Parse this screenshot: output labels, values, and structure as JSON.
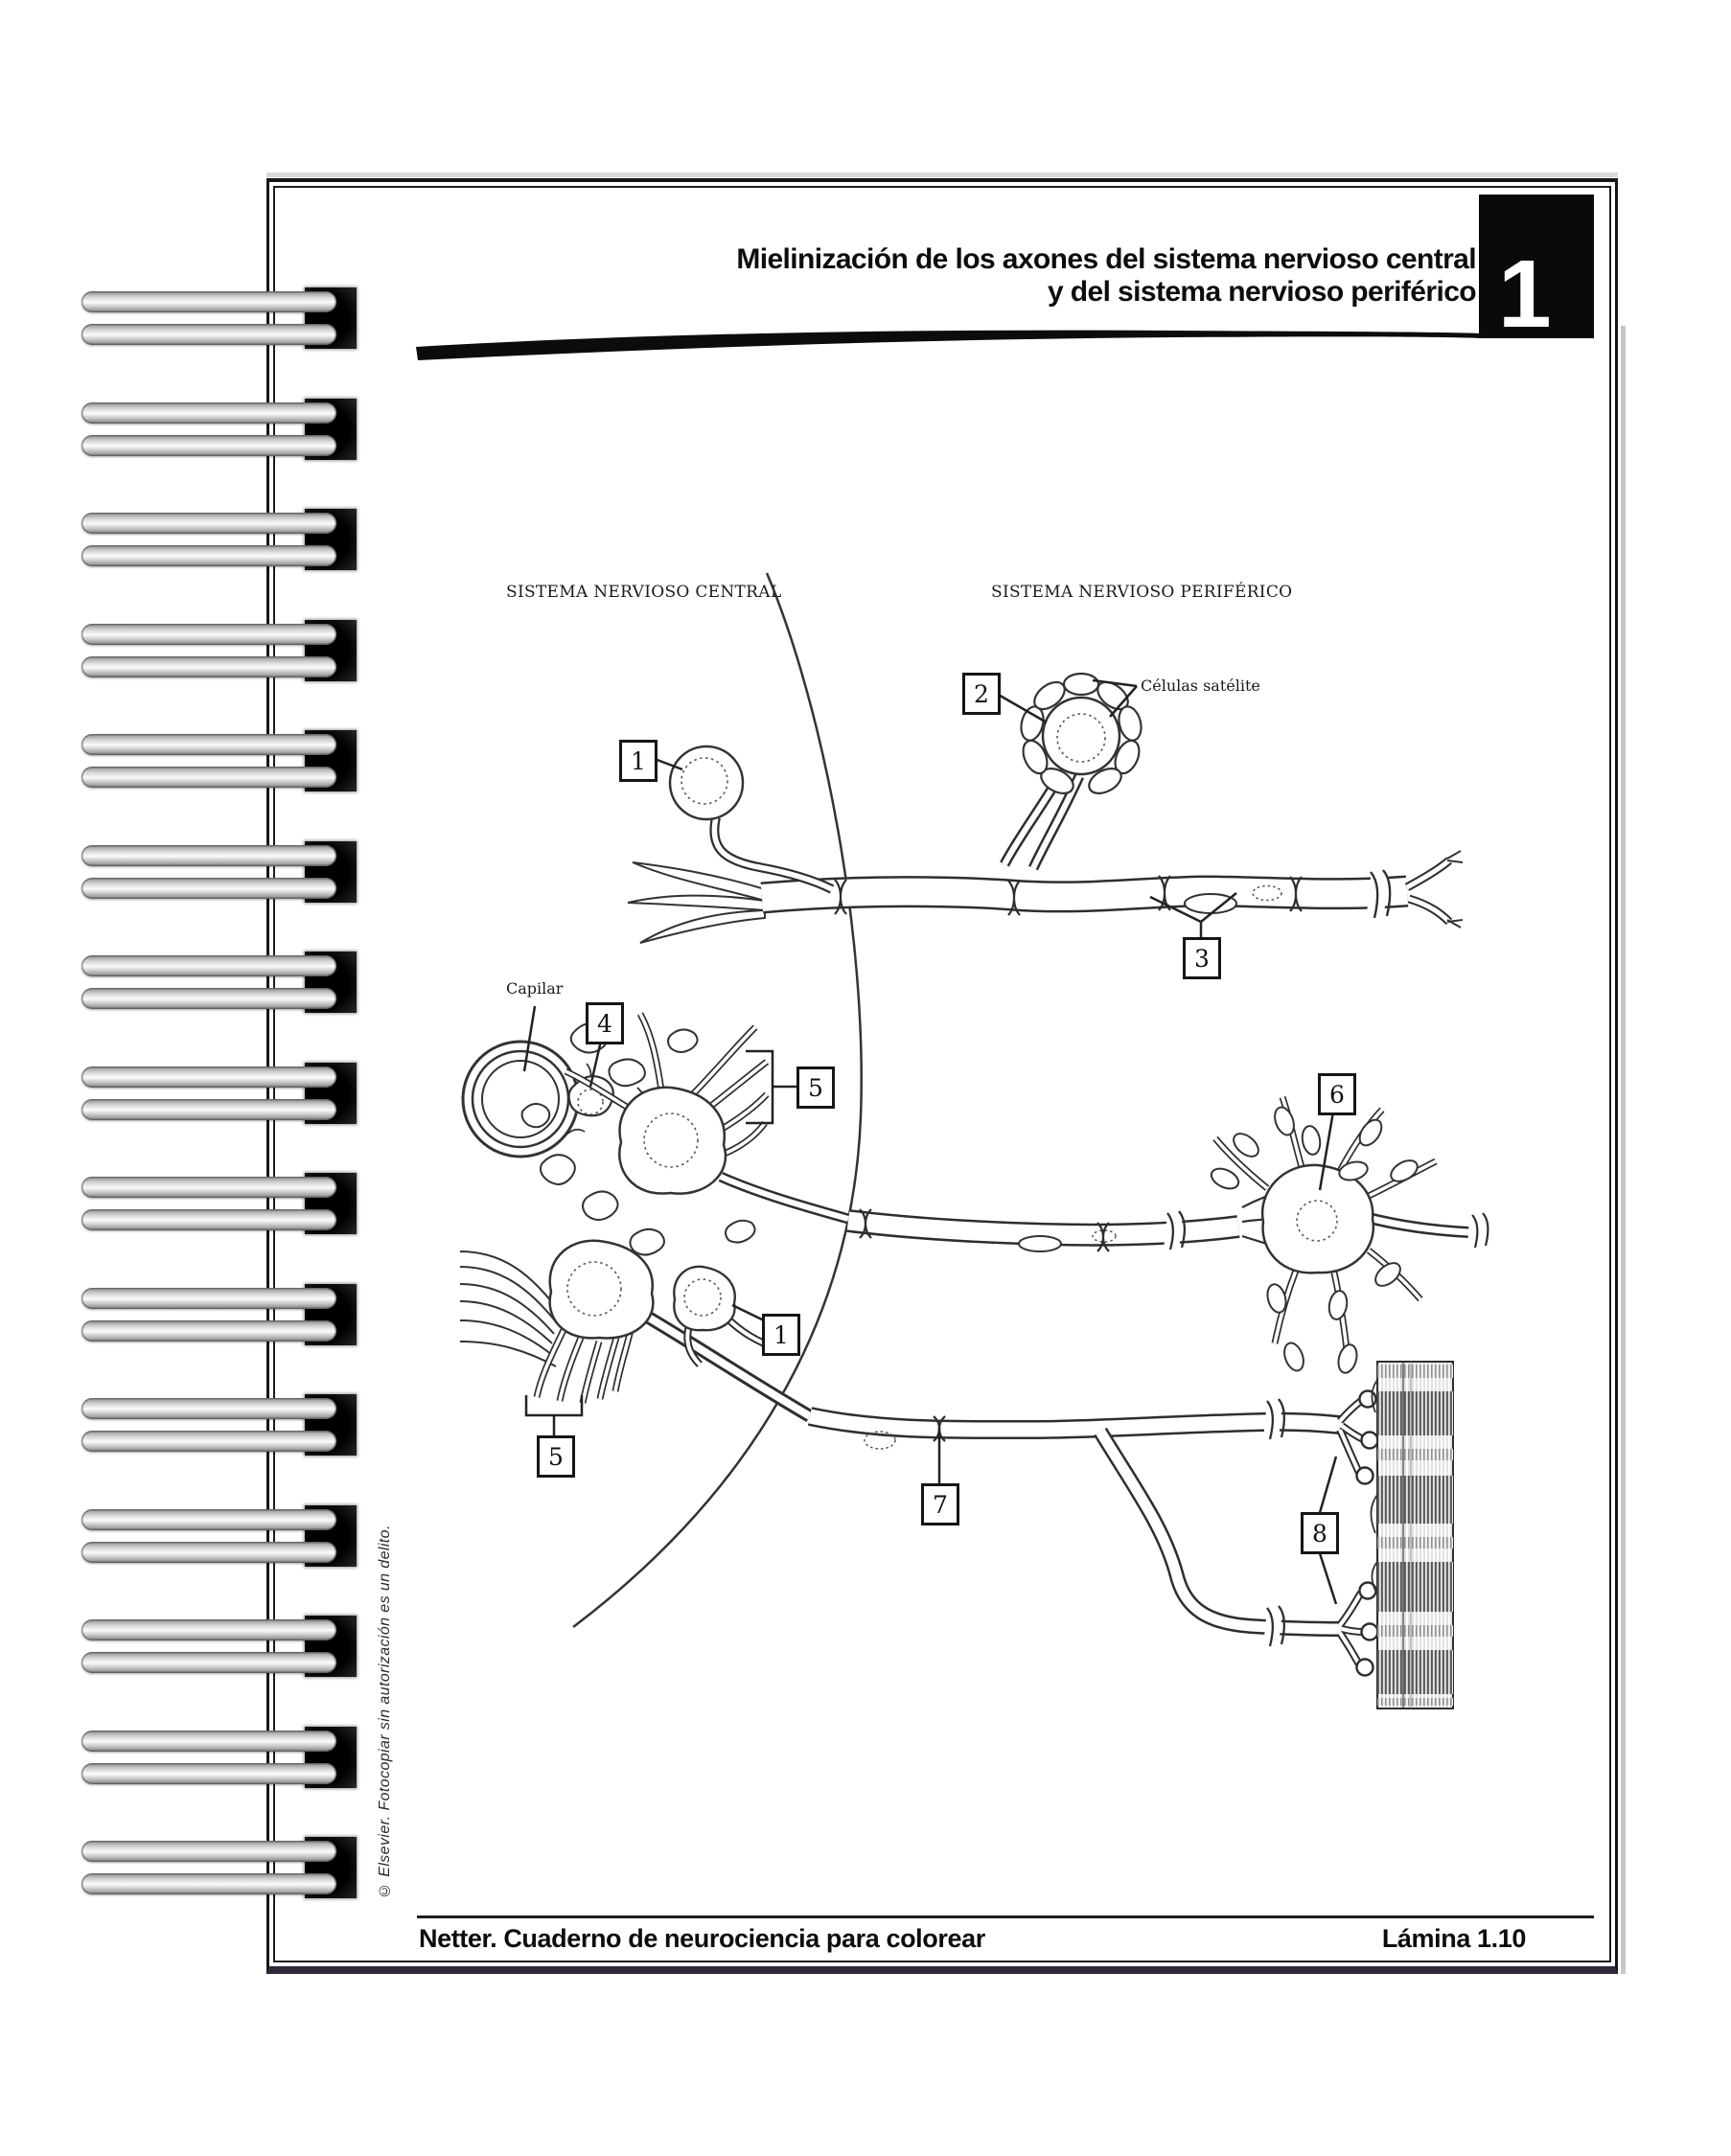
{
  "tab": {
    "chapter_number": "1"
  },
  "title": {
    "line1": "Mielinización de los axones del sistema nervioso central",
    "line2": "y del sistema nervioso periférico"
  },
  "diagram": {
    "section_left": "SISTEMA NERVIOSO CENTRAL",
    "section_right": "SISTEMA NERVIOSO PERIFÉRICO",
    "label_satellite": "Células satélite",
    "label_capillary": "Capilar",
    "callouts": {
      "top_neuron": "1",
      "satellite_capsule": "2",
      "peripheral_axon": "3",
      "astrocyte": "4",
      "dendrites_right": "5",
      "oligodendrocyte": "1",
      "dendrites_bottom": "5",
      "autonomic_neuron": "6",
      "central_axon": "7",
      "neuromuscular_junction": "8"
    }
  },
  "footer": {
    "book_title": "Netter. Cuaderno de neurociencia para colorear",
    "plate_label": "Lámina 1.10"
  },
  "sidebar": {
    "copyright_notice": "© Elsevier. Fotocopiar sin autorización es un delito."
  }
}
